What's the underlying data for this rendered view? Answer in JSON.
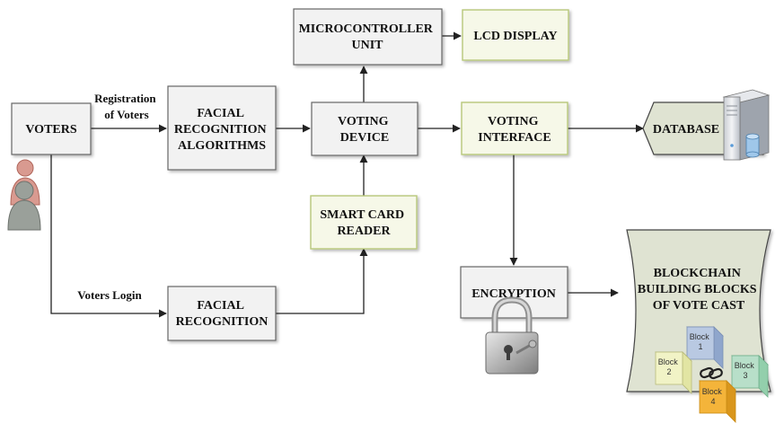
{
  "boxes": {
    "voters": "VOTERS",
    "facial_recognition_algorithms": [
      "FACIAL",
      "RECOGNITION",
      "ALGORITHMS"
    ],
    "microcontroller_unit": [
      "MICROCONTROLLER",
      "UNIT"
    ],
    "lcd_display": "LCD DISPLAY",
    "voting_device": [
      "VOTING",
      "DEVICE"
    ],
    "voting_interface": [
      "VOTING",
      "INTERFACE"
    ],
    "database": "DATABASE",
    "smart_card_reader": [
      "SMART CARD",
      "READER"
    ],
    "facial_recognition": [
      "FACIAL",
      "RECOGNITION"
    ],
    "encryption": "ENCRYPTION",
    "blockchain": [
      "BLOCKCHAIN",
      "BUILDING BLOCKS",
      "OF VOTE CAST"
    ]
  },
  "edge_labels": {
    "registration": [
      "Registration",
      "of Voters"
    ],
    "voters_login": "Voters Login"
  },
  "blocks": {
    "b1": [
      "Block",
      "1"
    ],
    "b2": [
      "Block",
      "2"
    ],
    "b3": [
      "Block",
      "3"
    ],
    "b4": [
      "Block",
      "4"
    ]
  },
  "colors": {
    "grey_box": "#f2f2f2",
    "green_box": "#f6f8e8",
    "green_border": "#b7c77a",
    "blockchain_fill": "#dfe3d2",
    "block1": "#b9c9e2",
    "block2": "#f1f3c6",
    "block3": "#b8dfc9",
    "block4": "#f4b43a"
  }
}
